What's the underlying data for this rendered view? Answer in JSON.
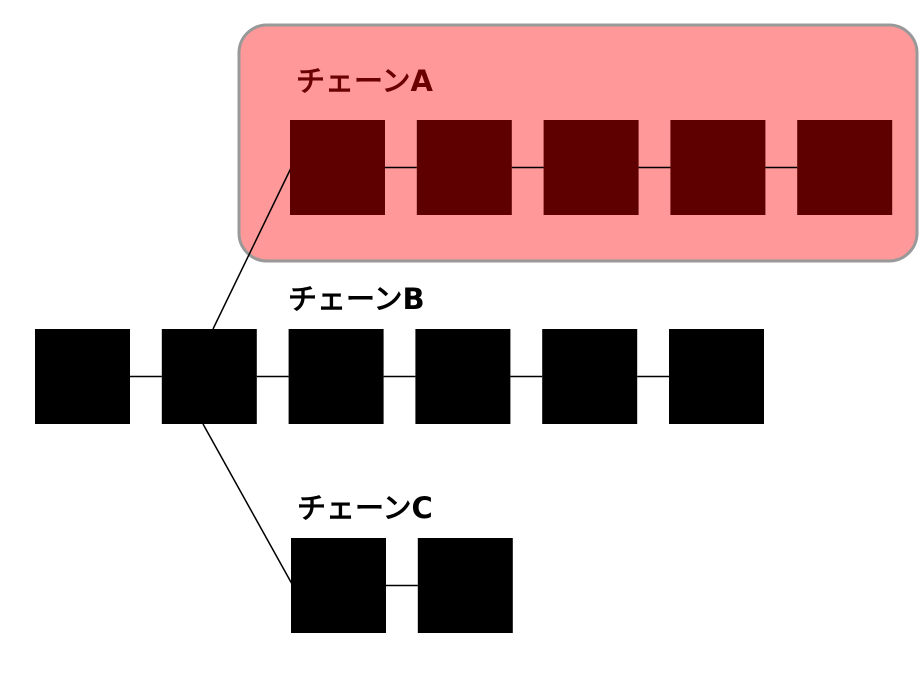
{
  "highlight_color": "#ff9999",
  "highlight_border_color": "#999999",
  "highlight_block_color": "#5e0000",
  "block_color": "#000000",
  "label_color_highlight": "#6b0000",
  "label_color_default": "#000000",
  "chains": {
    "a": {
      "label": "チェーンA",
      "block_count": 5,
      "highlighted": true
    },
    "b": {
      "label": "チェーンB",
      "block_count": 6,
      "highlighted": false
    },
    "c": {
      "label": "チェーンC",
      "block_count": 2,
      "highlighted": false
    }
  }
}
